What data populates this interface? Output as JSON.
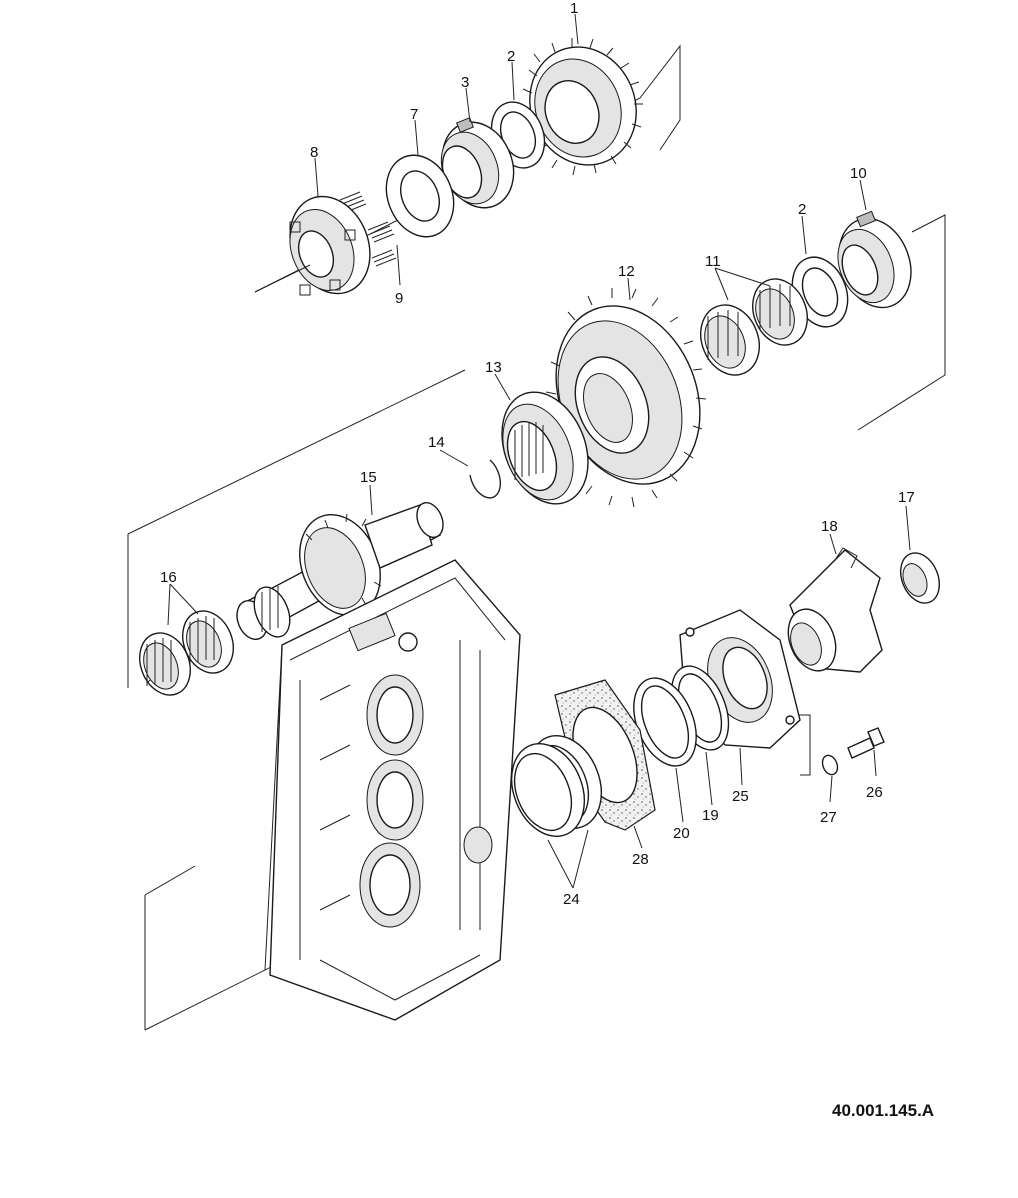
{
  "diagram": {
    "reference_code": "40.001.145.A",
    "callouts": [
      {
        "id": "c1",
        "label": "1"
      },
      {
        "id": "c2a",
        "label": "2"
      },
      {
        "id": "c3",
        "label": "3"
      },
      {
        "id": "c7",
        "label": "7"
      },
      {
        "id": "c8",
        "label": "8"
      },
      {
        "id": "c9",
        "label": "9"
      },
      {
        "id": "c10",
        "label": "10"
      },
      {
        "id": "c2b",
        "label": "2"
      },
      {
        "id": "c12",
        "label": "12"
      },
      {
        "id": "c11",
        "label": "11"
      },
      {
        "id": "c13",
        "label": "13"
      },
      {
        "id": "c14",
        "label": "14"
      },
      {
        "id": "c15",
        "label": "15"
      },
      {
        "id": "c16",
        "label": "16"
      },
      {
        "id": "c17",
        "label": "17"
      },
      {
        "id": "c18",
        "label": "18"
      },
      {
        "id": "c25",
        "label": "25"
      },
      {
        "id": "c19",
        "label": "19"
      },
      {
        "id": "c20",
        "label": "20"
      },
      {
        "id": "c28",
        "label": "28"
      },
      {
        "id": "c24",
        "label": "24"
      },
      {
        "id": "c27",
        "label": "27"
      },
      {
        "id": "c26",
        "label": "26"
      }
    ]
  }
}
